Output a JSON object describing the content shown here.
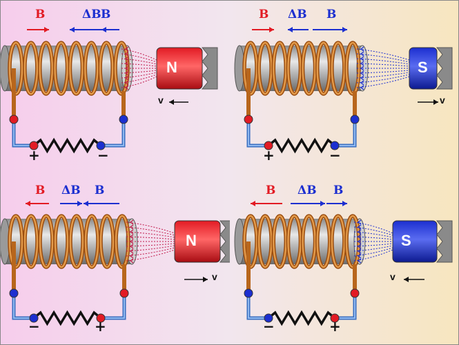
{
  "panels": [
    {
      "labels": {
        "b_red": "B",
        "delta_b": "ΔB",
        "b_blue": "B"
      },
      "pole": "N",
      "magnet_color": "#e21b24",
      "field_color": "#c0184a",
      "velocity": "v",
      "velocity_dir": "left",
      "left_terminal": "+",
      "right_terminal": "−",
      "left_dot": "#e21b24",
      "right_dot": "#1c2fd0"
    },
    {
      "labels": {
        "b_red": "B",
        "delta_b": "ΔB",
        "b_blue": "B"
      },
      "pole": "S",
      "magnet_color": "#1c2fd0",
      "field_color": "#1c2fd0",
      "velocity": "v",
      "velocity_dir": "right",
      "left_terminal": "+",
      "right_terminal": "−",
      "left_dot": "#e21b24",
      "right_dot": "#1c2fd0"
    },
    {
      "labels": {
        "b_red": "B",
        "delta_b": "ΔB",
        "b_blue": "B"
      },
      "pole": "N",
      "magnet_color": "#e21b24",
      "field_color": "#c0184a",
      "velocity": "v",
      "velocity_dir": "right",
      "left_terminal": "−",
      "right_terminal": "+",
      "left_dot": "#1c2fd0",
      "right_dot": "#e21b24"
    },
    {
      "labels": {
        "b_red": "B",
        "delta_b": "ΔB",
        "b_blue": "B"
      },
      "pole": "S",
      "magnet_color": "#1c2fd0",
      "field_color": "#1c2fd0",
      "velocity": "v",
      "velocity_dir": "left",
      "left_terminal": "−",
      "right_terminal": "+",
      "left_dot": "#1c2fd0",
      "right_dot": "#e21b24"
    }
  ]
}
